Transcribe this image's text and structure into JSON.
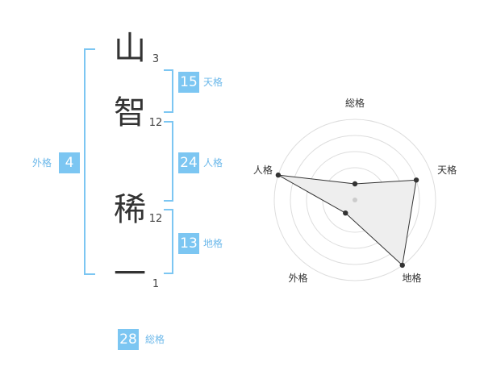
{
  "name": {
    "chars": [
      {
        "char": "山",
        "strokes": "3"
      },
      {
        "char": "智",
        "strokes": "12"
      },
      {
        "char": "稀",
        "strokes": "12"
      },
      {
        "char": "一",
        "strokes": "1"
      }
    ]
  },
  "kaku": {
    "ten": {
      "value": "15",
      "label": "天格"
    },
    "jin": {
      "value": "24",
      "label": "人格"
    },
    "chi": {
      "value": "13",
      "label": "地格"
    },
    "gai": {
      "value": "4",
      "label": "外格"
    },
    "sou": {
      "value": "28",
      "label": "総格"
    }
  },
  "colors": {
    "accent": "#7cc6f2",
    "grid": "#dddddd",
    "fill": "#eeeeee",
    "line": "#333333"
  },
  "chart_data": {
    "type": "radar",
    "axes": [
      "総格",
      "天格",
      "地格",
      "外格",
      "人格"
    ],
    "levels": 5,
    "max": 5,
    "values": [
      1,
      4,
      5,
      1,
      5
    ]
  }
}
